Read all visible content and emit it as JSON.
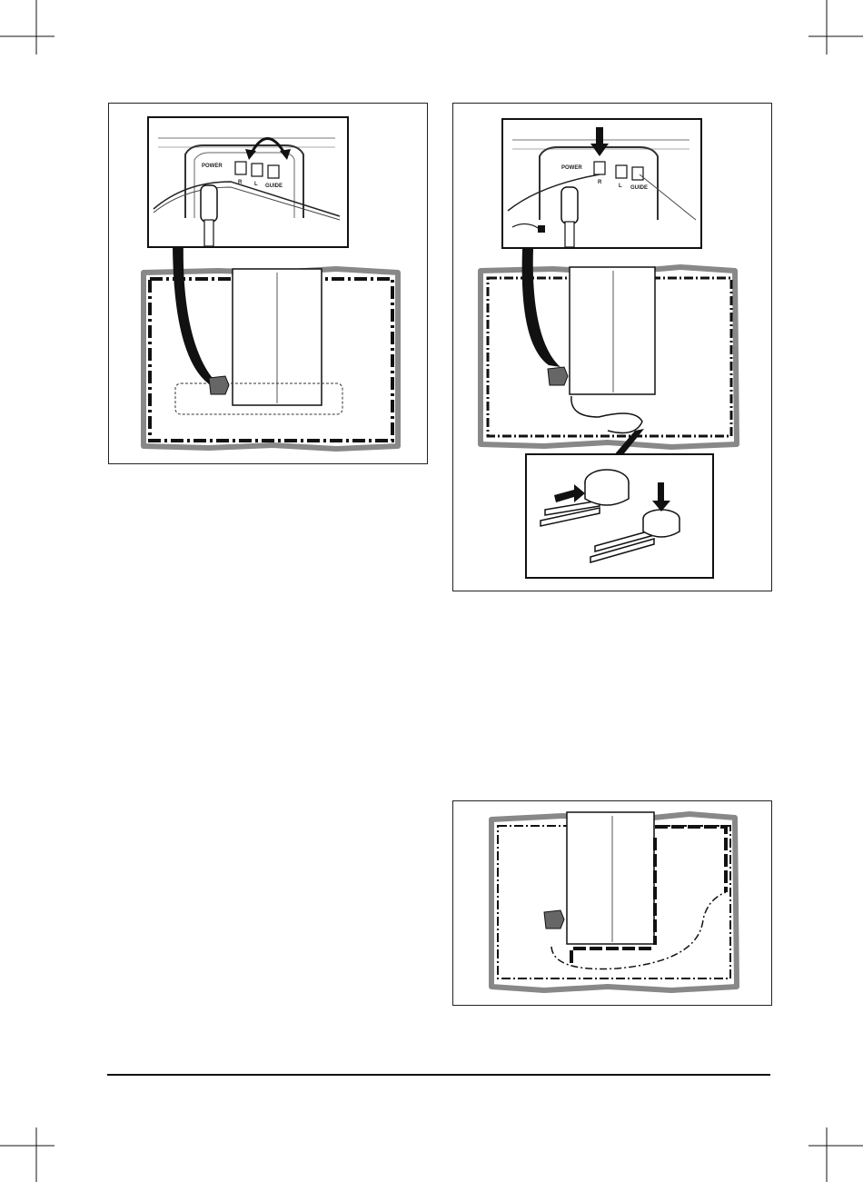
{
  "page": {
    "figures": [
      {
        "id": "fig-connect-guide-wire",
        "connector_labels": [
          "POWER",
          "R",
          "L",
          "GUIDE"
        ],
        "icon": "curved-double-arrow-icon"
      },
      {
        "id": "fig-press-connector",
        "connector_labels": [
          "POWER",
          "R",
          "L",
          "GUIDE"
        ],
        "icon": "down-arrow-icon",
        "detail": "coupler-splice-icon"
      },
      {
        "id": "fig-boundary-loop-layout",
        "icon": "charging-station-icon"
      }
    ]
  }
}
